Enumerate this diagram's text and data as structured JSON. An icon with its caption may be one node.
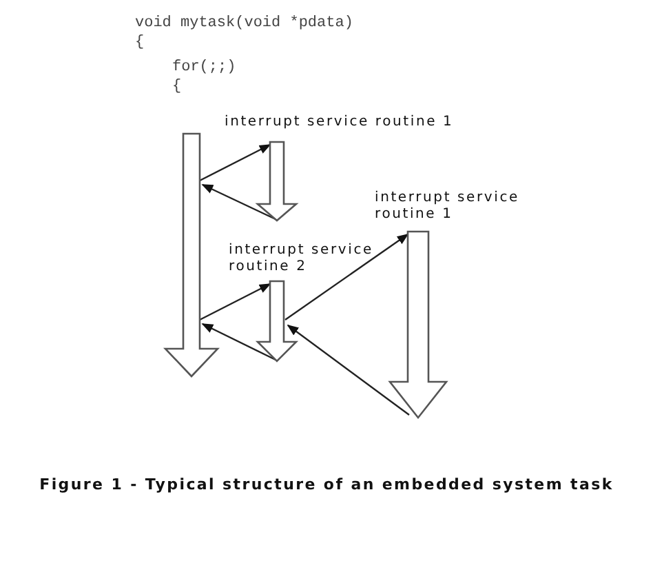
{
  "diagram": {
    "caption": "Figure 1 - Typical structure of an embedded system task",
    "nodes": [
      {
        "text": [],
        "shape": "arrow"
      },
      {
        "text": [],
        "shape": "arrow",
        "beside": [
          "interrupt service routine 1"
        ]
      },
      {
        "text": [],
        "shape": "arrow",
        "beside": [
          "interrupt service routine 2"
        ]
      },
      {
        "text": [],
        "shape": "arrow",
        "beside": [
          "interrupt service routine 1"
        ]
      }
    ],
    "edges": [
      {
        "from": 0,
        "to": 1,
        "arrow": "to"
      },
      {
        "from": 1,
        "to": 0,
        "arrow": "to"
      },
      {
        "from": 0,
        "to": 2,
        "arrow": "to"
      },
      {
        "from": 2,
        "to": 0,
        "arrow": "to"
      },
      {
        "from": 2,
        "to": 3,
        "arrow": "to"
      },
      {
        "from": 3,
        "to": 2,
        "arrow": "to"
      }
    ],
    "labels": [
      "void mytask(void *pdata)",
      "{",
      "for(;;)",
      "{"
    ]
  }
}
